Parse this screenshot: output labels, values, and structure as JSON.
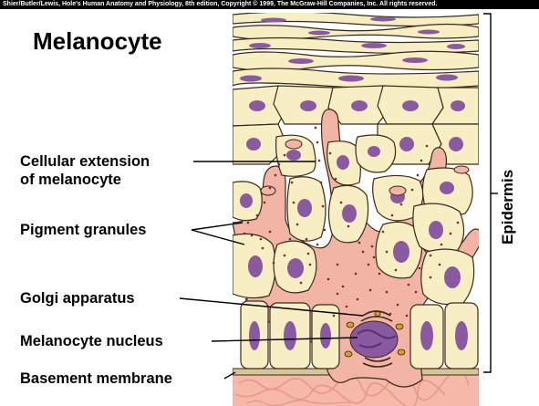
{
  "credit": "Shier/Butler/Lewis, Hole's Human Anatomy and Physiology, 8th edition, Copyright © 1999, The McGraw-Hill Companies, Inc. All rights reserved.",
  "title": "Melanocyte",
  "labels": {
    "cellular_extension_line1": "Cellular extension",
    "cellular_extension_line2": "of melanocyte",
    "pigment_granules": "Pigment granules",
    "golgi_apparatus": "Golgi apparatus",
    "melanocyte_nucleus": "Melanocyte nucleus",
    "basement_membrane": "Basement membrane"
  },
  "region_label": "Epidermis",
  "colors": {
    "cell_fill": "#f8eec4",
    "cell_outline": "#3a2a1a",
    "nucleus": "#8a5aa0",
    "melanocyte": "#f2b4a4",
    "granule": "#7a2a2a",
    "golgi": "#d4a020",
    "dermis": "#f6b8a8",
    "background": "#ffffff"
  }
}
